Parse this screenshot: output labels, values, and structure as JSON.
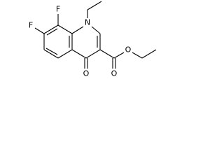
{
  "structure": {
    "atoms": {
      "f_top": "F",
      "f_left": "F",
      "n1": "N",
      "o_keto": "O",
      "o_carbonyl": "O",
      "o_ester": "O"
    }
  }
}
